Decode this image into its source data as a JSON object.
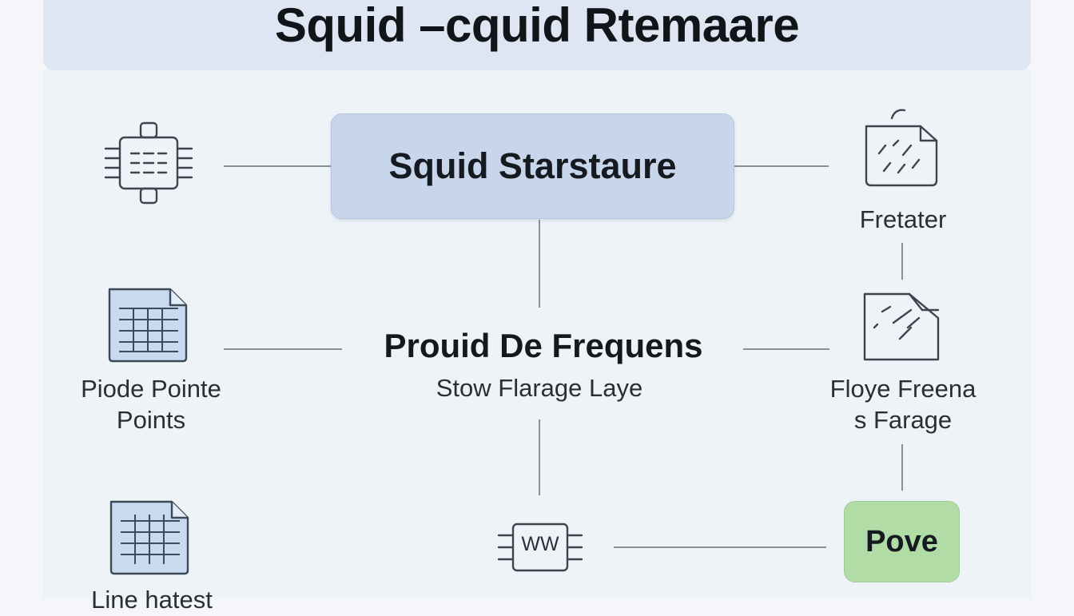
{
  "header": {
    "title": "Squid –cquid Rtemaare"
  },
  "nodes": {
    "main": "Squid Starstaure",
    "center_title": "Prouid De Frequens",
    "center_subtitle": "Stow Flarage Laye",
    "top_right_label": "Fretater",
    "mid_left_label_line1": "Piode Pointe",
    "mid_left_label_line2": "Points",
    "mid_right_label_line1": "Floye Freena",
    "mid_right_label_line2": "s Farage",
    "bottom_left_label": "Line hatest",
    "chip_text": "WW",
    "pove": "Pove"
  },
  "icons": {
    "top_left": "chip-icon",
    "top_right": "folder-icon",
    "mid_left": "spreadsheet-icon",
    "mid_right": "document-icon",
    "bottom_left": "spreadsheet-icon",
    "bottom_center": "chip-icon"
  },
  "colors": {
    "main_box": "#c7d6ea",
    "pove_box": "#b2dca6",
    "sheet_fill": "#c9d9ef",
    "line": "#8a9099"
  }
}
